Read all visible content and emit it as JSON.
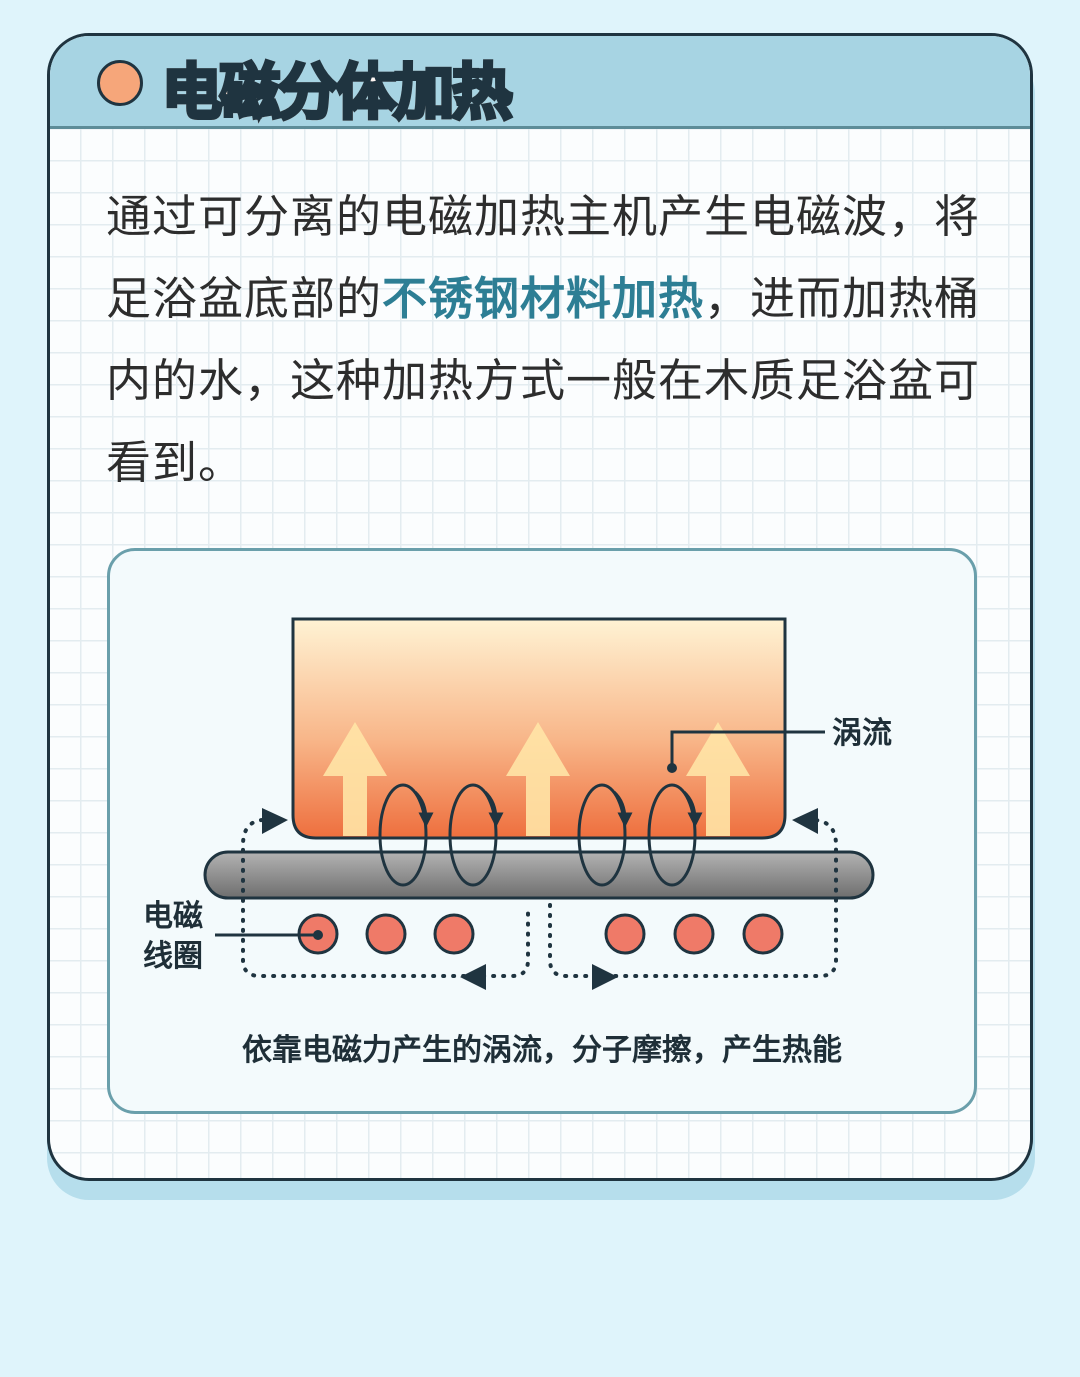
{
  "header": {
    "title": "电磁分体加热"
  },
  "description": {
    "before": "通过可分离的电磁加热主机产生电磁波，将足浴盆底部的",
    "highlight": "不锈钢材料加热",
    "after": "，进而加热桶内的水，这种加热方式一般在木质足浴盆可看到。"
  },
  "diagram": {
    "eddy_label": "涡流",
    "coil_label_line1": "电磁",
    "coil_label_line2": "线圈",
    "caption": "依靠电磁力产生的涡流，分子摩擦，产生热能"
  },
  "colors": {
    "accent": "#2d7e94",
    "header": "#a7d4e3",
    "coil": "#ef7a68",
    "dot": "#f6a67a"
  }
}
